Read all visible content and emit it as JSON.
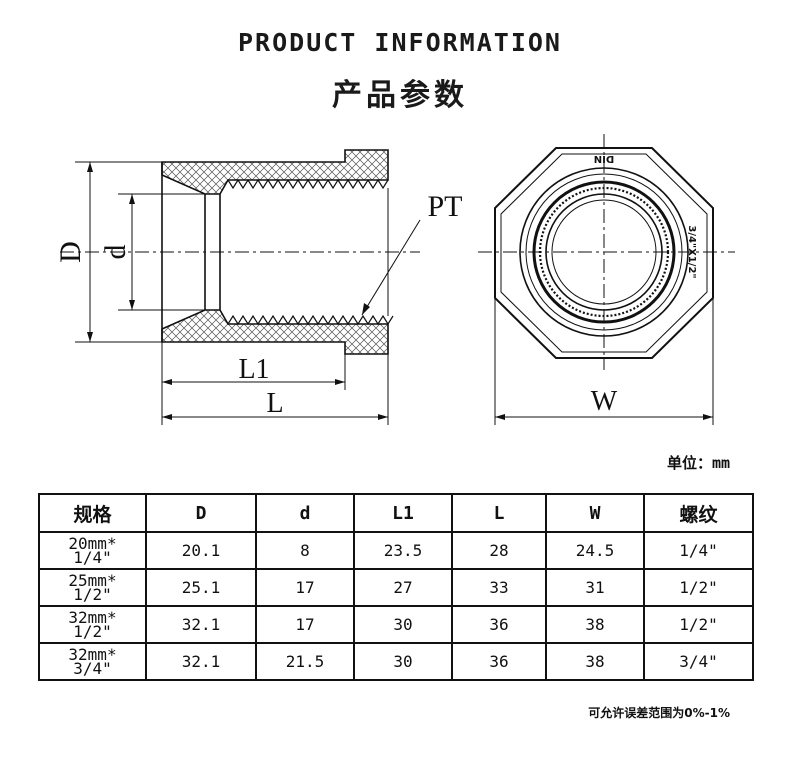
{
  "header": {
    "title_en": "PRODUCT INFORMATION",
    "title_cn": "产品参数"
  },
  "drawing": {
    "side_view": {
      "label_D": "D",
      "label_d": "d",
      "label_L1": "L1",
      "label_L": "L",
      "label_PT": "PT"
    },
    "front_view": {
      "marking_top": "DIN",
      "marking_side": "3/4\"X1/2\"",
      "label_W": "W"
    }
  },
  "unit_label": "单位：mm",
  "table": {
    "headers": [
      "规格",
      "D",
      "d",
      "L1",
      "L",
      "W",
      "螺纹"
    ],
    "rows": [
      {
        "spec_line1": "20mm*",
        "spec_line2": "1/4\"",
        "D": "20.1",
        "d": "8",
        "L1": "23.5",
        "L": "28",
        "W": "24.5",
        "thread": "1/4\""
      },
      {
        "spec_line1": "25mm*",
        "spec_line2": "1/2\"",
        "D": "25.1",
        "d": "17",
        "L1": "27",
        "L": "33",
        "W": "31",
        "thread": "1/2\""
      },
      {
        "spec_line1": "32mm*",
        "spec_line2": "1/2\"",
        "D": "32.1",
        "d": "17",
        "L1": "30",
        "L": "36",
        "W": "38",
        "thread": "1/2\""
      },
      {
        "spec_line1": "32mm*",
        "spec_line2": "3/4\"",
        "D": "32.1",
        "d": "21.5",
        "L1": "30",
        "L": "36",
        "W": "38",
        "thread": "3/4\""
      }
    ]
  },
  "footnote": "可允许误差范围为0%-1%"
}
